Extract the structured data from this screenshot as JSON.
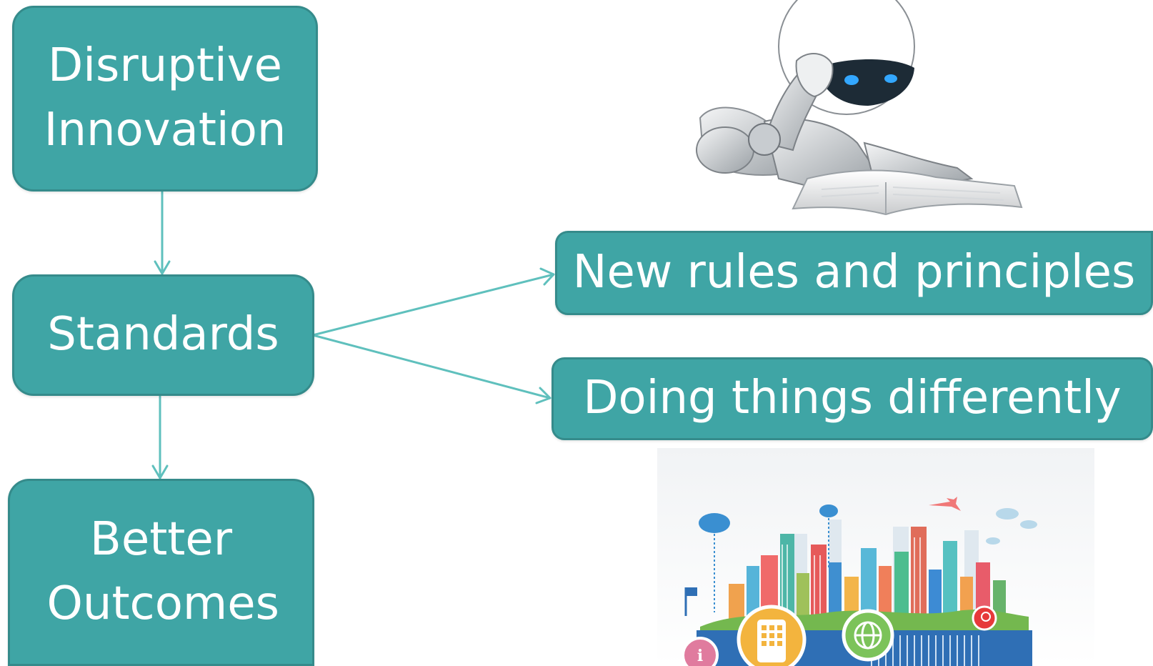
{
  "diagram": {
    "boxes": {
      "disruptive_innovation": "Disruptive Innovation",
      "standards": "Standards",
      "better_outcomes": "Better Outcomes",
      "new_rules": "New rules and principles",
      "doing_things": "Doing things differently"
    },
    "colors": {
      "box_fill": "#3fa5a5",
      "box_border": "#358b8b",
      "connector": "#5fc0bd",
      "text": "#ffffff"
    },
    "images": {
      "top_right": "robot-reading-book",
      "bottom_right": "smart-city-illustration"
    }
  }
}
